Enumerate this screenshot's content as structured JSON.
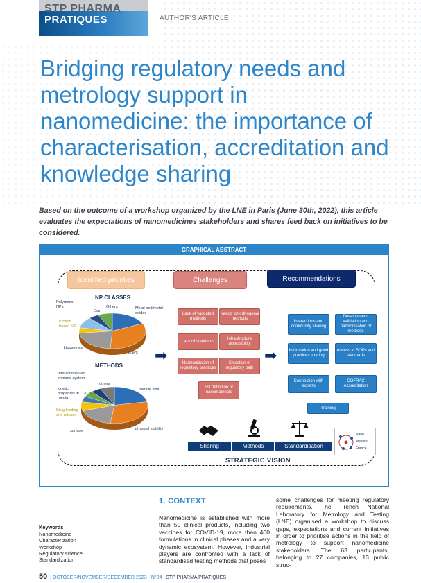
{
  "header": {
    "brand_line1": "STP PHARMA",
    "brand_line2": "PRATIQUES",
    "section": "AUTHOR'S ARTICLE"
  },
  "title": "Bridging regulatory needs and metrology support in nanomedicine: the importance of characterisation, accreditation and knowledge sharing",
  "lead": "Based on the outcome of a workshop organized by the LNE in Paris (June 30th, 2022), this article evaluates the expectations of nanomedicines stakeholders and shares feed back on initiatives to be considered.",
  "graphical_abstract": {
    "heading": "GRAPHICAL ABSTRACT",
    "identified_priorities": "Identified priorities",
    "challenges_heading": "Challenges",
    "recommendations_heading": "Recommendations",
    "np_classes": {
      "title": "NP CLASSES",
      "labels": [
        "Polymeric NPs",
        "Evs",
        "Others",
        "Metal and metal oxides",
        "Protein based NP",
        "Liposomes",
        "LNPs"
      ]
    },
    "methods": {
      "title": "METHODS",
      "labels": [
        "Interactions with immune system",
        "others",
        "kinetic properties in media",
        "ADME",
        "Drug loading and release",
        "particle size",
        "surface",
        "physical stability"
      ]
    },
    "challenges": [
      "Lack of validated methods",
      "Needs for orthogonal methods",
      "Lack of standards",
      "Infrastructure accessibility",
      "Harmonization of regulatory practices",
      "Selection of regulatory path",
      "EU definition of nanomaterials"
    ],
    "recommendations": [
      "Interactions and community sharing",
      "Development, validation and harmonisation of methods",
      "Information and good practices sharing",
      "Access to SOPs and standards",
      "Connection with experts",
      "COFRAC Accreditation",
      "Training"
    ],
    "vision_steps": [
      "Sharing",
      "Methods",
      "Standardisation"
    ],
    "strategic_vision": "STRATEGIC VISION",
    "logo_lines": [
      "Nano",
      "Mesure",
      "France"
    ],
    "colors": {
      "accent_blue": "#2a86c8",
      "navy": "#0e2a6e",
      "challenge_red": "#d2706a",
      "priority_peach": "#f6c79f"
    }
  },
  "keywords": {
    "heading": "Keywords",
    "items": [
      "Nanomedicine",
      "Characterization",
      "Workshop",
      "Regulatory science",
      "Standardization"
    ]
  },
  "context": {
    "heading": "1.  CONTEXT",
    "col1": "Nanomedicine is established with more than 50 clinical products, including two vaccines for COVID-19, more than 400 formulations in clinical phases and a very dynamic ecosystem. However, industrial players are confronted with a lack of standardised testing methods that poses",
    "col2": "some challenges for meeting regulatory requirements. The French National Laboratory for Metrology and Testing (LNE) organised a workshop to discuss gaps, expectations and current initiatives in order to prioritise actions in the field of metrology to support nanomedicine stakeholders. The 63 participants, belonging to 27 companies, 13 public struc-"
  },
  "footer": {
    "page_number": "50",
    "issue": "| OCTOBER/NOVEMBER/DECEMBER 2023 - N°04",
    "publication": "| STP PHARMA PRATIQUES"
  },
  "chart_data": [
    {
      "type": "pie",
      "title": "NP CLASSES",
      "categories": [
        "Metal and metal oxides",
        "LNPs",
        "Liposomes",
        "Protein based NP",
        "Polymeric NPs",
        "Evs",
        "Others"
      ],
      "values": [
        18,
        33,
        22,
        5,
        10,
        5,
        7
      ]
    },
    {
      "type": "pie",
      "title": "METHODS",
      "categories": [
        "particle size",
        "physical stability",
        "surface",
        "Drug loading and release",
        "kinetic properties in media",
        "ADME",
        "Interactions with immune system",
        "others"
      ],
      "values": [
        22,
        30,
        18,
        8,
        5,
        5,
        5,
        7
      ]
    }
  ]
}
